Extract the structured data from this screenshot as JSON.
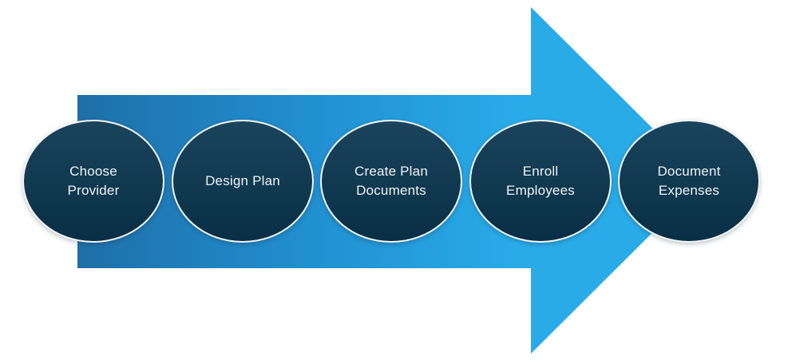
{
  "diagram": {
    "type": "process-flow-arrow",
    "direction": "right",
    "steps": [
      {
        "id": "choose-provider",
        "label": "Choose\nProvider"
      },
      {
        "id": "design-plan",
        "label": "Design Plan"
      },
      {
        "id": "create-plan-documents",
        "label": "Create Plan\nDocuments"
      },
      {
        "id": "enroll-employees",
        "label": "Enroll\nEmployees"
      },
      {
        "id": "document-expenses",
        "label": "Document\nExpenses"
      }
    ],
    "colors": {
      "arrow_gradient_start": "#1E6FA8",
      "arrow_gradient_mid": "#2191D2",
      "arrow_gradient_end": "#29ABE8",
      "circle_fill": "#093650",
      "circle_border": "#F4F4F4",
      "label_text": "#EEF3F6",
      "background": "#FFFFFF"
    }
  }
}
